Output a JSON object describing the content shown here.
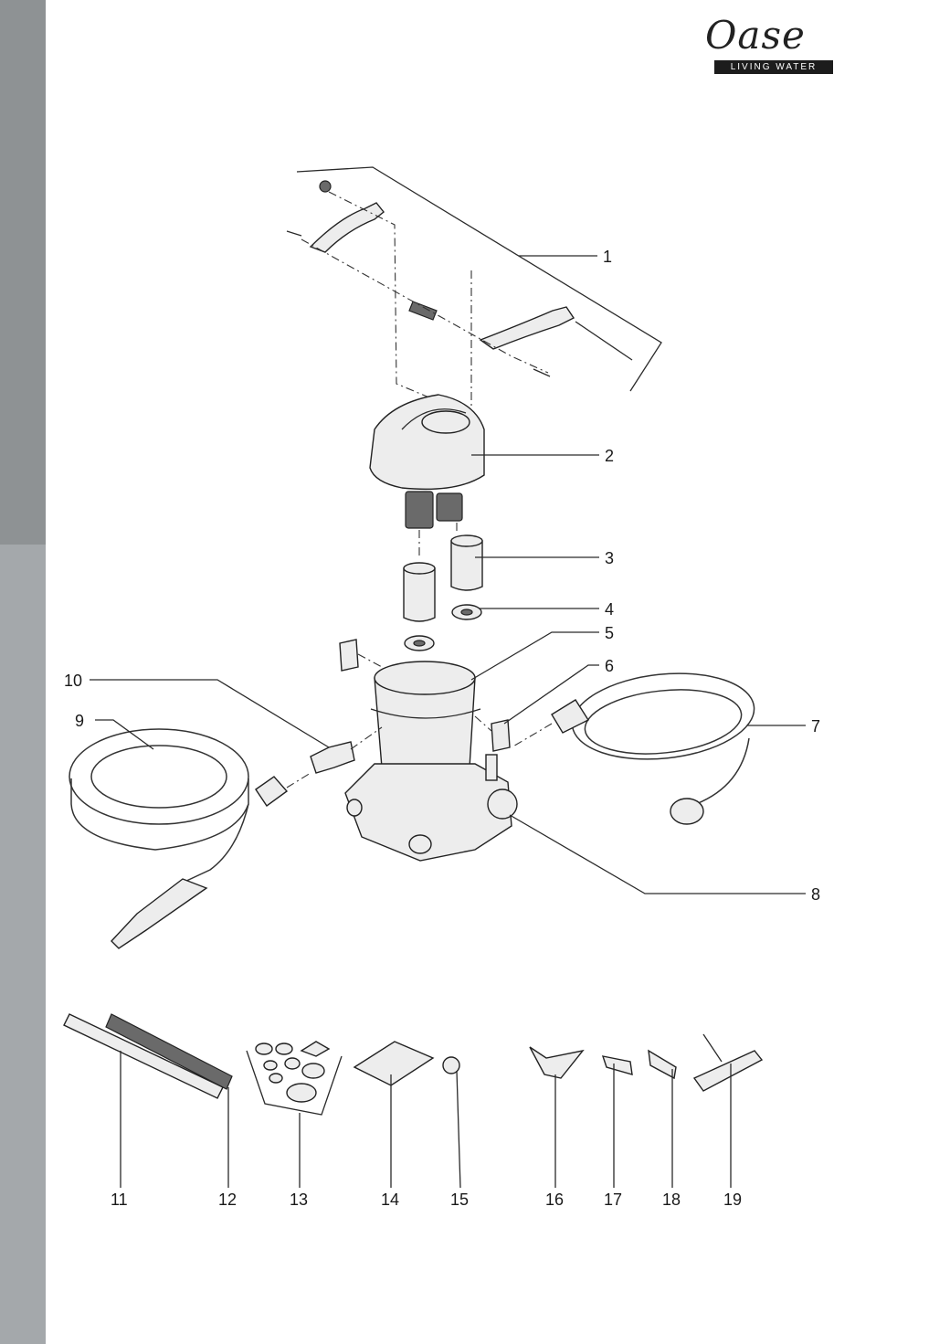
{
  "brand": {
    "name": "Oase",
    "tagline": "LIVING WATER"
  },
  "callouts": [
    "1",
    "2",
    "3",
    "4",
    "5",
    "6",
    "7",
    "8",
    "9",
    "10",
    "11",
    "12",
    "13",
    "14",
    "15",
    "16",
    "17",
    "18",
    "19"
  ]
}
